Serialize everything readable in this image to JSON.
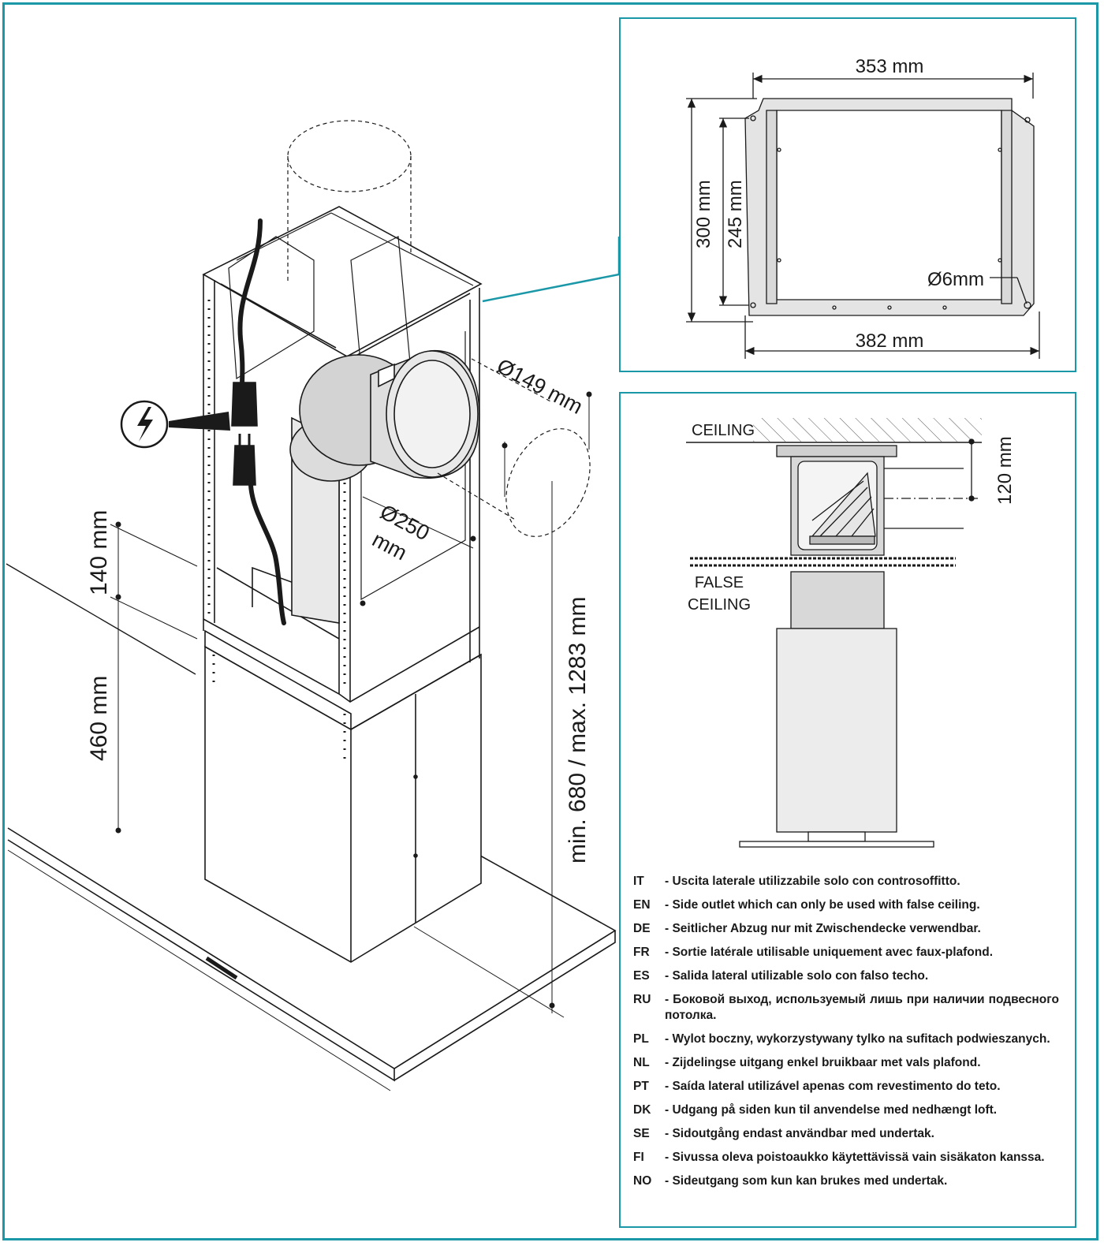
{
  "main_view": {
    "dim_140": "140 mm",
    "dim_460": "460 mm",
    "dim_diam_149": "Ø149 mm",
    "dim_diam_250": "Ø250",
    "dim_diam_250_unit": "mm",
    "dim_height_range": "min. 680 / max. 1283 mm"
  },
  "bracket_panel": {
    "dim_width_top": "353 mm",
    "dim_width_bottom": "382 mm",
    "dim_height_outer": "300 mm",
    "dim_height_inner": "245 mm",
    "dim_hole": "Ø6mm"
  },
  "section_panel": {
    "ceiling_label": "CEILING",
    "false_ceiling_line1": "FALSE",
    "false_ceiling_line2": "CEILING",
    "dim_120": "120 mm"
  },
  "legend": [
    {
      "code": "IT",
      "text": "- Uscita laterale utilizzabile solo con controsoffitto."
    },
    {
      "code": "EN",
      "text": "- Side outlet which can only be used with false ceiling."
    },
    {
      "code": "DE",
      "text": "- Seitlicher Abzug nur mit Zwischendecke verwendbar."
    },
    {
      "code": "FR",
      "text": "- Sortie latérale utilisable uniquement avec faux-plafond."
    },
    {
      "code": "ES",
      "text": "- Salida lateral utilizable solo con falso techo."
    },
    {
      "code": "RU",
      "text": "- Боковой выход, используемый лишь при наличии подвесного потолка."
    },
    {
      "code": "PL",
      "text": "- Wylot boczny, wykorzystywany tylko na sufitach podwieszanych."
    },
    {
      "code": "NL",
      "text": "- Zijdelingse uitgang enkel bruikbaar met vals plafond."
    },
    {
      "code": "PT",
      "text": "- Saída lateral utilizável apenas com revestimento do teto."
    },
    {
      "code": "DK",
      "text": "- Udgang på siden kun til anvendelse med nedhængt loft."
    },
    {
      "code": "SE",
      "text": "- Sidoutgång endast användbar med undertak."
    },
    {
      "code": "FI",
      "text": "- Sivussa oleva poistoaukko käytettävissä vain sisäkaton kanssa."
    },
    {
      "code": "NO",
      "text": "- Sideutgang som kun kan brukes med undertak."
    }
  ]
}
